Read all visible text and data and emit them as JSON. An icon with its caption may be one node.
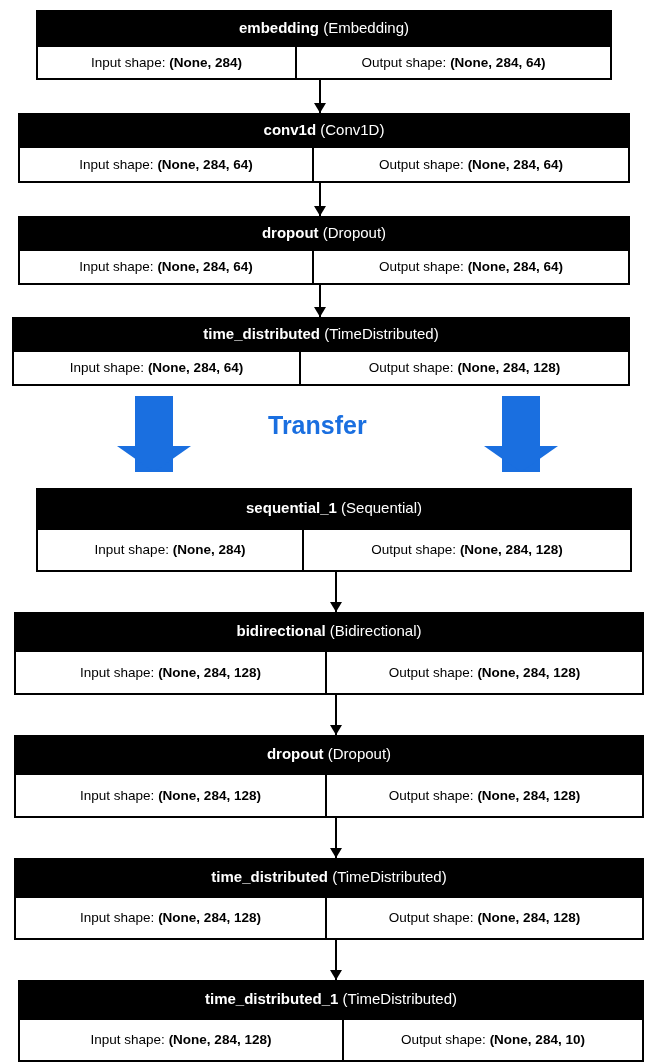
{
  "diagram": {
    "nodes": [
      {
        "text": [
          "**embedding** (Embedding)",
          "Input shape: **(None, 284)**",
          "Output shape: **(None, 284, 64)**"
        ]
      },
      {
        "text": [
          "**conv1d** (Conv1D)",
          "Input shape: **(None, 284, 64)**",
          "Output shape: **(None, 284, 64)**"
        ]
      },
      {
        "text": [
          "**dropout** (Dropout)",
          "Input shape: **(None, 284, 64)**",
          "Output shape: **(None, 284, 64)**"
        ]
      },
      {
        "text": [
          "**time_distributed** (TimeDistributed)",
          "Input shape: **(None, 284, 64)**",
          "Output shape: **(None, 284, 128)**"
        ]
      },
      {
        "text": [
          "**sequential_1** (Sequential)",
          "Input shape: **(None, 284)**",
          "Output shape: **(None, 284, 128)**"
        ]
      },
      {
        "text": [
          "**bidirectional** (Bidirectional)",
          "Input shape: **(None, 284, 128)**",
          "Output shape: **(None, 284, 128)**"
        ]
      },
      {
        "text": [
          "**dropout** (Dropout)",
          "Input shape: **(None, 284, 128)**",
          "Output shape: **(None, 284, 128)**"
        ]
      },
      {
        "text": [
          "**time_distributed** (TimeDistributed)",
          "Input shape: **(None, 284, 128)**",
          "Output shape: **(None, 284, 128)**"
        ]
      },
      {
        "text": [
          "**time_distributed_1** (TimeDistributed)",
          "Input shape: **(None, 284, 128)**",
          "Output shape: **(None, 284, 10)**"
        ]
      }
    ],
    "edges": [
      {
        "from": 0,
        "to": 1,
        "arrow": "to"
      },
      {
        "from": 1,
        "to": 2,
        "arrow": "to"
      },
      {
        "from": 2,
        "to": 3,
        "arrow": "to"
      },
      {
        "from": 3,
        "to": 4,
        "arrow": "to",
        "style": "thick",
        "color": "#1a6fe0"
      },
      {
        "from": 3,
        "to": 4,
        "arrow": "to",
        "style": "thick",
        "color": "#1a6fe0"
      },
      {
        "from": 4,
        "to": 5,
        "arrow": "to"
      },
      {
        "from": 5,
        "to": 6,
        "arrow": "to"
      },
      {
        "from": 6,
        "to": 7,
        "arrow": "to"
      },
      {
        "from": 7,
        "to": 8,
        "arrow": "to"
      }
    ],
    "labels": [
      "Transfer"
    ]
  }
}
